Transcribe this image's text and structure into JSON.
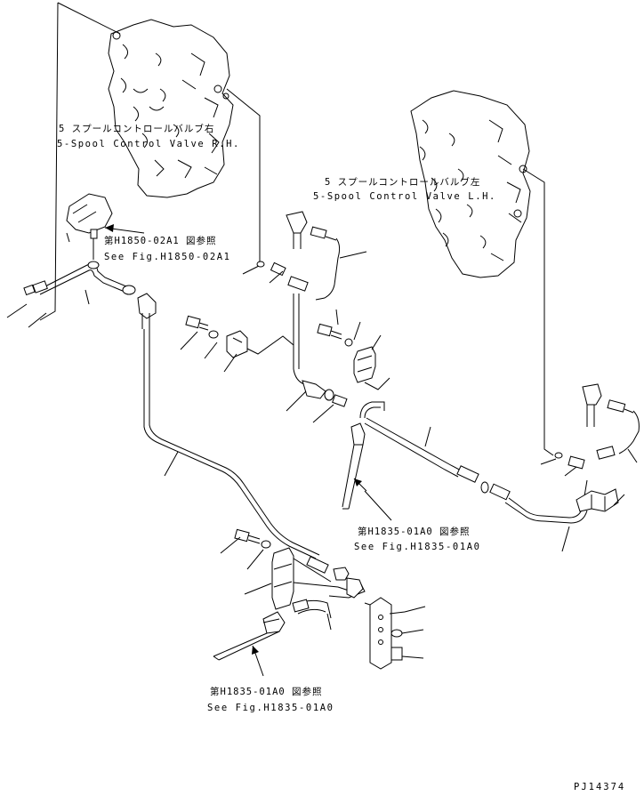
{
  "diagram": {
    "valve_rh": {
      "label_jp": "5 スプールコントロールバルブ右",
      "label_en": "5-Spool Control Valve R.H."
    },
    "valve_lh": {
      "label_jp": "5 スプールコントロールバルブ左",
      "label_en": "5-Spool Control Valve L.H."
    },
    "refs": [
      {
        "jp": "第H1850-02A1 図参照",
        "en": "See Fig.H1850-02A1"
      },
      {
        "jp": "第H1835-01A0 図参照",
        "en": "See Fig.H1835-01A0"
      },
      {
        "jp": "第H1835-01A0 図参照",
        "en": "See Fig.H1835-01A0"
      }
    ],
    "drawing_number": "PJ14374"
  }
}
